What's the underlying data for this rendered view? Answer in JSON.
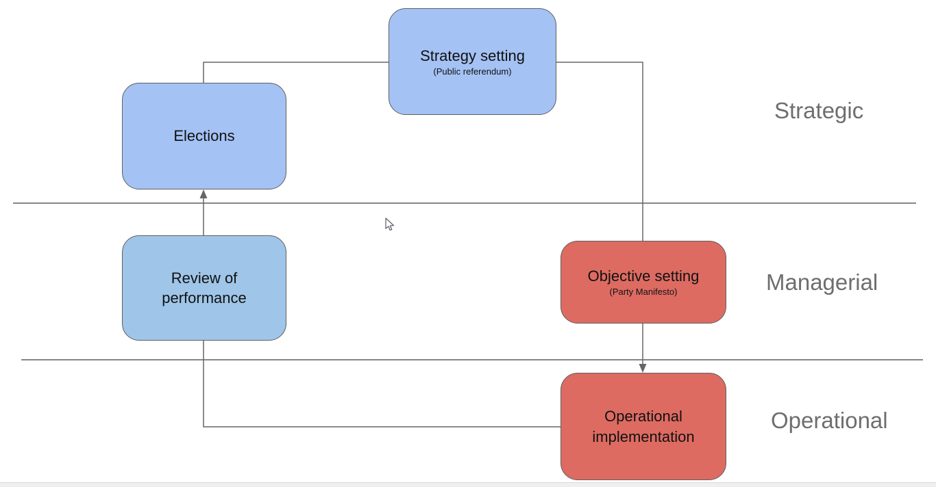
{
  "diagram": {
    "title_hint": "governance cycle flowchart",
    "nodes": [
      {
        "id": "strategy-setting",
        "label": "Strategy setting",
        "sublabel": "(Public referendum)",
        "fill": "#a4c2f4"
      },
      {
        "id": "elections",
        "label": "Elections",
        "fill": "#a4c2f4"
      },
      {
        "id": "review-of-performance",
        "label": "Review of performance",
        "fill": "#9fc5e8"
      },
      {
        "id": "objective-setting",
        "label": "Objective setting",
        "sublabel": "(Party Manifesto)",
        "fill": "#dd6b62"
      },
      {
        "id": "operational-implementation",
        "label": "Operational implementation",
        "fill": "#dd6b62"
      }
    ],
    "zone_labels": [
      {
        "id": "strategic",
        "label": "Strategic"
      },
      {
        "id": "managerial",
        "label": "Managerial"
      },
      {
        "id": "operational",
        "label": "Operational"
      }
    ],
    "edges": [
      {
        "from": "strategy-setting",
        "to": "elections",
        "arrow": false
      },
      {
        "from": "strategy-setting",
        "to": "objective-setting",
        "arrow": false
      },
      {
        "from": "review-of-performance",
        "to": "elections",
        "arrow": true
      },
      {
        "from": "review-of-performance",
        "to": "operational-implementation",
        "arrow": false
      },
      {
        "from": "objective-setting",
        "to": "operational-implementation",
        "arrow": true
      }
    ],
    "colors": {
      "connector": "#666666",
      "divider": "#757575",
      "zone_label_text": "#6e6e6e",
      "node_border": "#5f5f5f",
      "blue_fill": "#a4c2f4",
      "steel_blue_fill": "#9fc5e8",
      "red_fill": "#dd6b62"
    }
  }
}
